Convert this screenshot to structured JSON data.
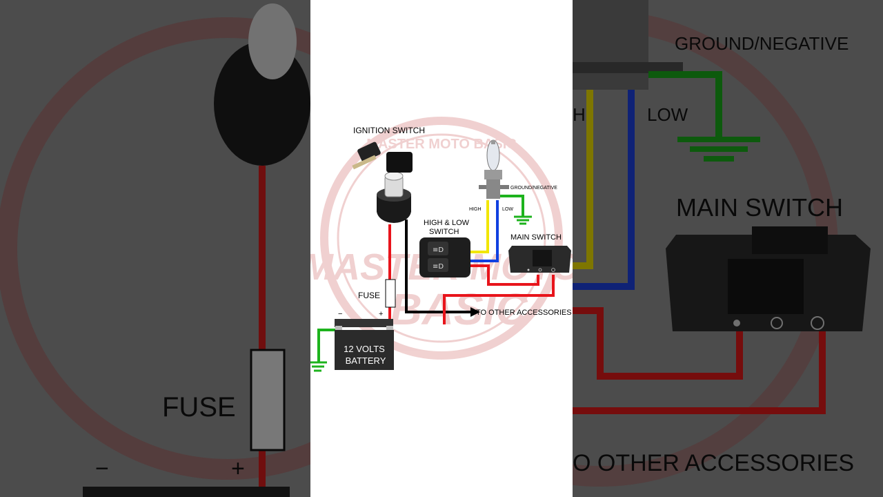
{
  "diagram": {
    "labels": {
      "ignition_switch": "IGNITION SWITCH",
      "high_low_switch_line1": "HIGH & LOW",
      "high_low_switch_line2": "SWITCH",
      "main_switch": "MAIN SWITCH",
      "ground_negative": "GROUND/NEGATIVE",
      "high": "HIGH",
      "low": "LOW",
      "fuse": "FUSE",
      "to_other_accessories": "TO OTHER ACCESSORIES",
      "battery_line1": "12 VOLTS",
      "battery_line2": "BATTERY",
      "battery_minus": "−",
      "battery_plus": "+"
    },
    "watermark": {
      "top_arc": "MASTER MOTO BASIC",
      "main_line1": "MASTER MOTO",
      "main_line2": "BASIC"
    },
    "wire_colors": {
      "positive": "#e8141b",
      "ground": "#1db31d",
      "high_beam": "#f2e600",
      "low_beam": "#1040e0",
      "accessory": "#000000"
    },
    "background_zoom": {
      "left": {
        "fuse": "FUSE",
        "minus": "−",
        "plus": "+"
      },
      "right": {
        "ground_negative": "GROUND/NEGATIVE",
        "low": "LOW",
        "high_partial": "H",
        "main_switch": "MAIN SWITCH",
        "to_other_accessories_partial": "O OTHER ACCESSORIES"
      }
    }
  }
}
